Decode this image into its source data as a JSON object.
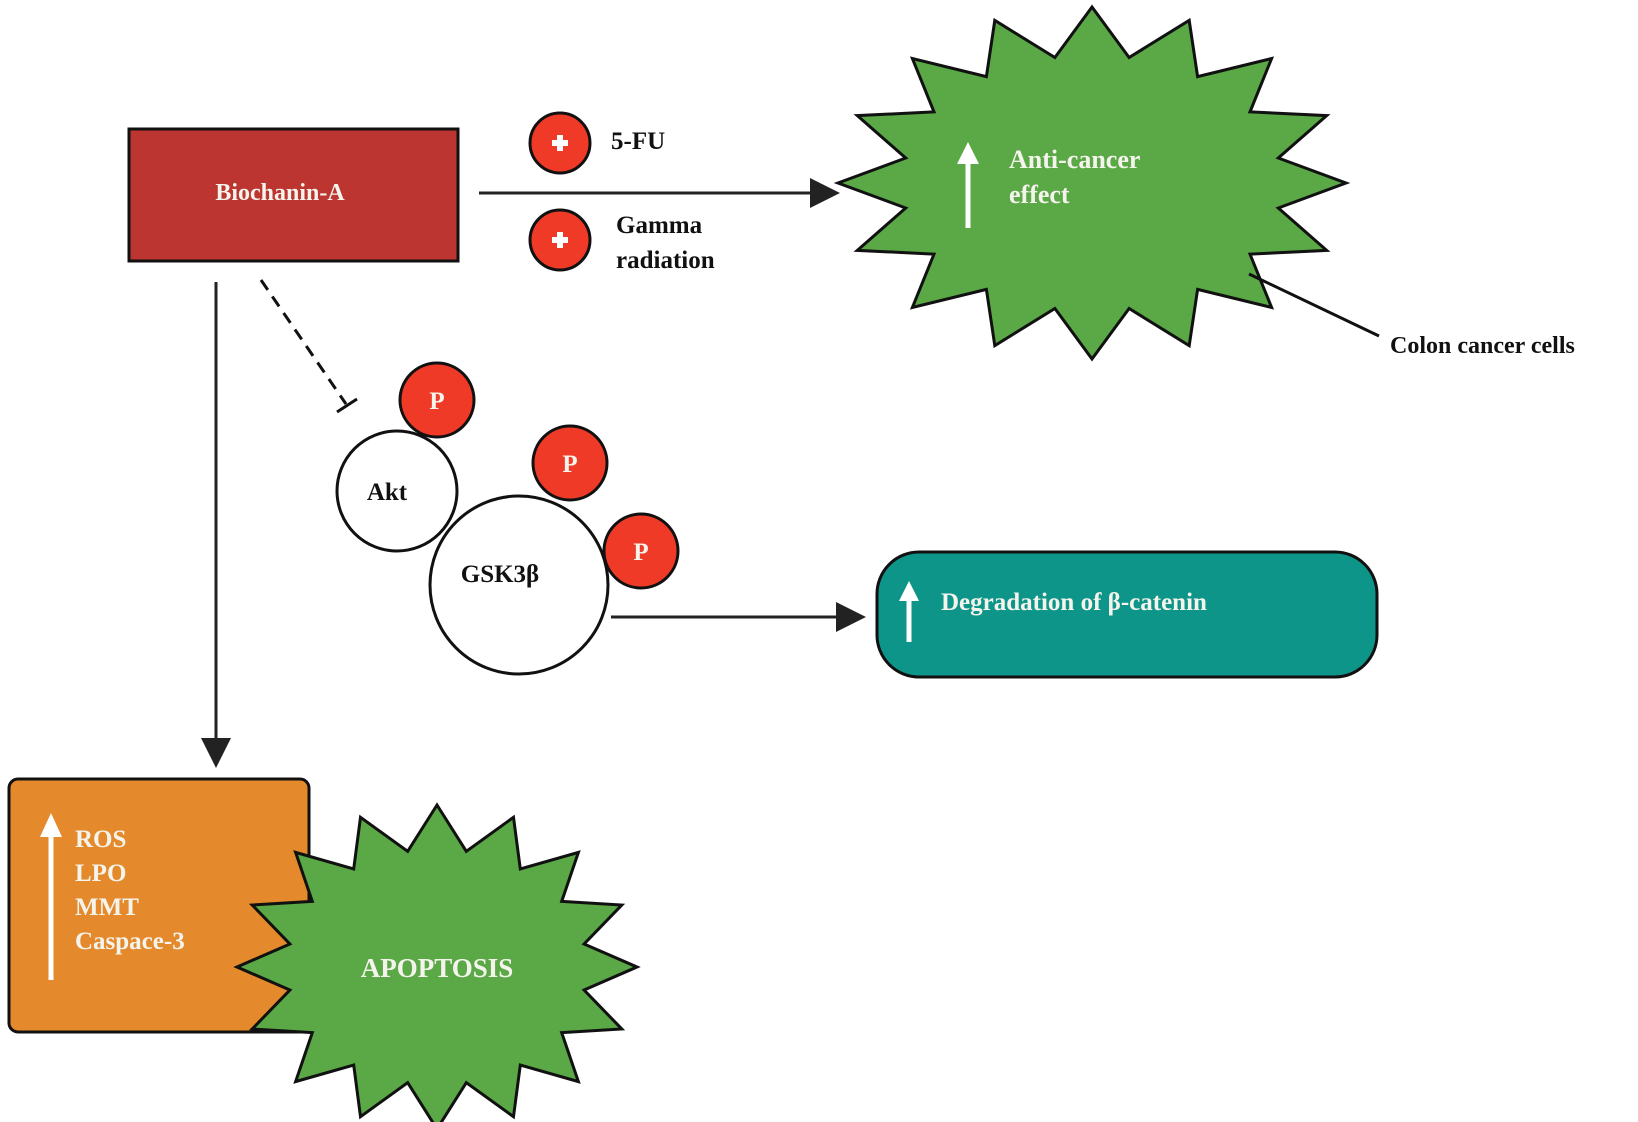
{
  "nodes": {
    "biochanin": {
      "label": "Biochanin-A",
      "fill": "#bd3530"
    },
    "co_treatment_1": {
      "label": "5-FU",
      "symbol": "+"
    },
    "co_treatment_2": {
      "label_line1": "Gamma",
      "label_line2": "radiation",
      "symbol": "+"
    },
    "anti_cancer": {
      "label_line1": "Anti-cancer",
      "label_line2": "effect",
      "fill": "#5aa846",
      "indicator": "up-arrow"
    },
    "colon_cells": {
      "label": "Colon cancer cells"
    },
    "akt": {
      "label": "Akt"
    },
    "gsk3b": {
      "label": "GSK3β"
    },
    "phospho": {
      "label": "P",
      "fill": "#ee3a26"
    },
    "beta_catenin": {
      "label": "Degradation of β-catenin",
      "fill": "#0e958a",
      "indicator": "up-arrow"
    },
    "markers": {
      "items": [
        "ROS",
        "LPO",
        "MMT",
        "Caspace-3"
      ],
      "fill": "#e58a2c",
      "indicator": "up-arrow"
    },
    "apoptosis": {
      "label": "APOPTOSIS",
      "fill": "#5aa846"
    }
  },
  "edges": [
    {
      "from": "Biochanin-A",
      "to": "Anti-cancer effect",
      "type": "activation"
    },
    {
      "from": "Biochanin-A",
      "to": "Akt",
      "type": "inhibition-dashed"
    },
    {
      "from": "GSK3β",
      "to": "Degradation of β-catenin",
      "type": "activation"
    },
    {
      "from": "Biochanin-A",
      "to": "ROS/LPO/MMT/Caspace-3",
      "type": "activation"
    }
  ]
}
